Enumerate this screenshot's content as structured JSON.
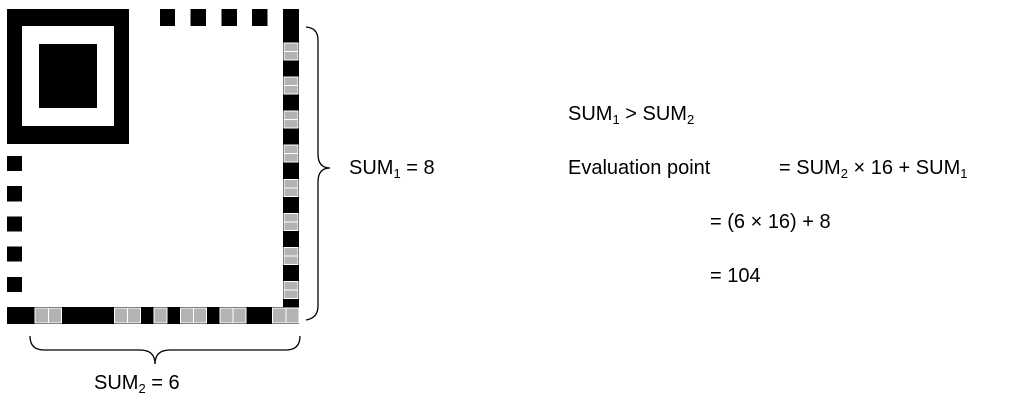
{
  "colors": {
    "dark": "#000000",
    "gray": "#b3b3b3",
    "light": "#ffffff"
  },
  "symbol": {
    "top_pattern": [
      "W",
      "W",
      "W",
      "W",
      "W",
      "D",
      "W",
      "D",
      "W",
      "D",
      "W",
      "D",
      "W"
    ],
    "right_pattern": [
      "D",
      "D",
      "G",
      "G",
      "D",
      "D",
      "G",
      "G",
      "D",
      "D",
      "G",
      "G",
      "D",
      "D",
      "G",
      "G",
      "D",
      "D",
      "G",
      "G",
      "D",
      "D",
      "G",
      "G",
      "D",
      "D",
      "G",
      "G",
      "D",
      "D",
      "G",
      "G",
      "D"
    ],
    "left_pattern": [
      "D",
      "W",
      "D",
      "W",
      "D",
      "W",
      "D",
      "W",
      "D",
      "W"
    ],
    "bottom_pattern": [
      "D",
      "G",
      "G",
      "D",
      "D",
      "D",
      "D",
      "G",
      "G",
      "D",
      "G",
      "D",
      "G",
      "G",
      "D",
      "G",
      "G",
      "D",
      "D",
      "G",
      "G"
    ]
  },
  "labels": {
    "sum1_label": {
      "base": "SUM",
      "sub": "1",
      "rest": " = 8"
    },
    "sum2_label": {
      "base": "SUM",
      "sub": "2",
      "rest": " = 6"
    }
  },
  "evaluation": {
    "comparison": {
      "a_base": "SUM",
      "a_sub": "1",
      "op": " > ",
      "b_base": "SUM",
      "b_sub": "2"
    },
    "formula_label": "Evaluation point",
    "formula_rhs": {
      "prefix": "= ",
      "a_base": "SUM",
      "a_sub": "2",
      "mid": " × 16 + ",
      "b_base": "SUM",
      "b_sub": "1"
    },
    "step1": "= (6 × 16) + 8",
    "step2": "= 104"
  }
}
